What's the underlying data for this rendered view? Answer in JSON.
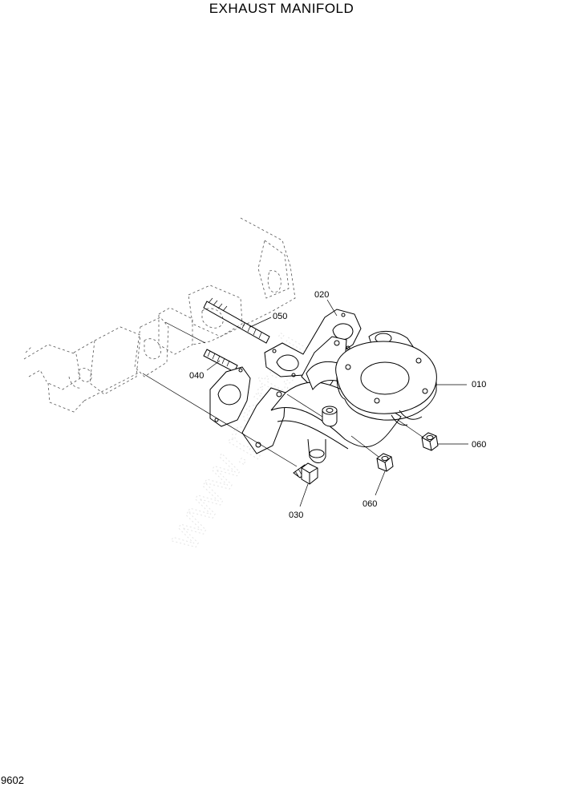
{
  "title": "EXHAUST MANIFOLD",
  "page_code": "9602",
  "watermark": "www.parts.i",
  "callouts": [
    {
      "id": "010"
    },
    {
      "id": "020"
    },
    {
      "id": "030"
    },
    {
      "id": "040"
    },
    {
      "id": "050"
    },
    {
      "id": "060a",
      "text": "060"
    },
    {
      "id": "060b",
      "text": "060"
    }
  ],
  "labels": {
    "c010": "010",
    "c020": "020",
    "c030": "030",
    "c040": "040",
    "c050": "050",
    "c060a": "060",
    "c060b": "060"
  }
}
